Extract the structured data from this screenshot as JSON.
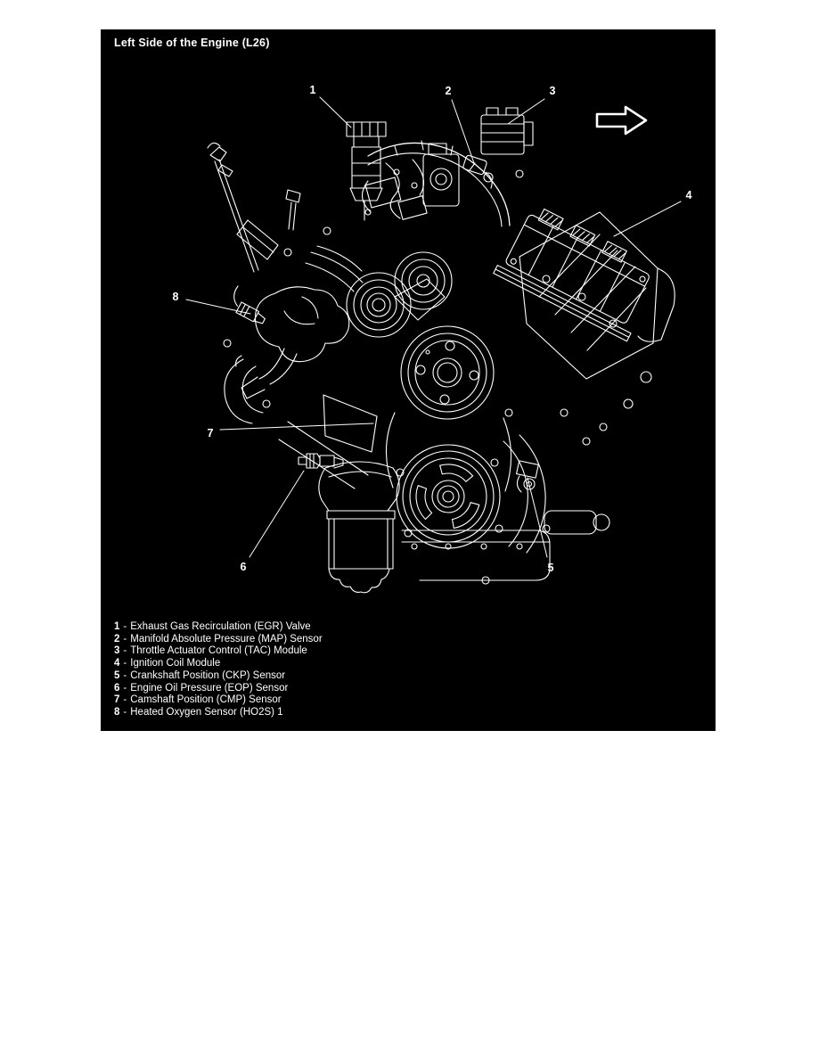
{
  "figure": {
    "title": "Left Side of the Engine (L26)"
  },
  "icons": {
    "direction_arrow": "right-arrow-icon"
  },
  "colors": {
    "panel_background": "#000000",
    "line_art": "#ffffff",
    "page_background": "#ffffff"
  },
  "callouts": [
    {
      "num": "1"
    },
    {
      "num": "2"
    },
    {
      "num": "3"
    },
    {
      "num": "4"
    },
    {
      "num": "5"
    },
    {
      "num": "6"
    },
    {
      "num": "7"
    },
    {
      "num": "8"
    }
  ],
  "legend": {
    "separator": "-",
    "items": [
      {
        "num": "1",
        "label": "Exhaust Gas Recirculation (EGR) Valve"
      },
      {
        "num": "2",
        "label": "Manifold Absolute Pressure (MAP) Sensor"
      },
      {
        "num": "3",
        "label": "Throttle Actuator Control (TAC) Module"
      },
      {
        "num": "4",
        "label": "Ignition Coil Module"
      },
      {
        "num": "5",
        "label": "Crankshaft Position (CKP) Sensor"
      },
      {
        "num": "6",
        "label": "Engine Oil Pressure (EOP) Sensor"
      },
      {
        "num": "7",
        "label": "Camshaft Position (CMP) Sensor"
      },
      {
        "num": "8",
        "label": "Heated Oxygen Sensor (HO2S) 1"
      }
    ]
  }
}
